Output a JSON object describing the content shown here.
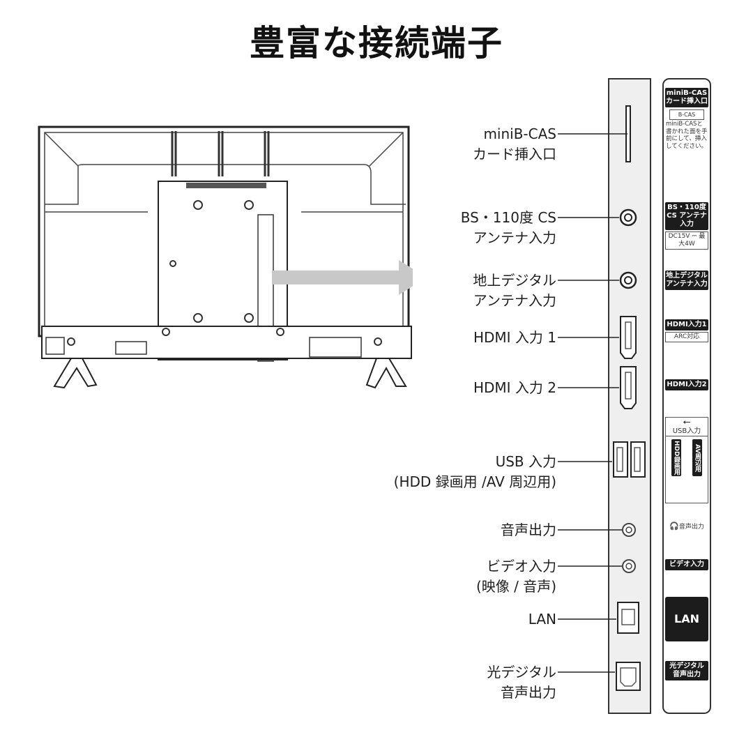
{
  "title": "豊富な接続端子",
  "ports": [
    {
      "id": "minibcas",
      "lines": [
        "miniB-CAS",
        "カード挿入口"
      ]
    },
    {
      "id": "bs",
      "lines": [
        "BS・110度 CS",
        "アンテナ入力"
      ]
    },
    {
      "id": "terrestrial",
      "lines": [
        "地上デジタル",
        "アンテナ入力"
      ]
    },
    {
      "id": "hdmi1",
      "lines": [
        "HDMI 入力 1"
      ]
    },
    {
      "id": "hdmi2",
      "lines": [
        "HDMI 入力 2"
      ]
    },
    {
      "id": "usb",
      "lines": [
        "USB 入力",
        "(HDD 録画用 /AV 周辺用)"
      ]
    },
    {
      "id": "audio_out",
      "lines": [
        "音声出力"
      ]
    },
    {
      "id": "video_in",
      "lines": [
        "ビデオ入力",
        "(映像 / 音声)"
      ]
    },
    {
      "id": "lan",
      "lines": [
        "LAN"
      ]
    },
    {
      "id": "optical",
      "lines": [
        "光デジタル",
        "音声出力"
      ]
    }
  ],
  "panel_labels": {
    "minibcas": {
      "chip": "miniB-CAS カード挿入口",
      "card": "B-CAS",
      "note": "miniB-CASと書かれた面を手前にして、挿入してください。"
    },
    "bs": {
      "chip": "BS・110度CS アンテナ入力",
      "note": "DC15V ⎓ 最大4W"
    },
    "terrestrial": {
      "chip": "地上デジタル アンテナ入力"
    },
    "hdmi1": {
      "chip": "HDMI入力1",
      "note": "ARC対応"
    },
    "hdmi2": {
      "chip": "HDMI入力2"
    },
    "usb": {
      "symbol": "⭠",
      "note": "USB入力",
      "left": "HDD録画用",
      "right": "AV周辺用"
    },
    "audio_out": {
      "note": "音声出力"
    },
    "video_in": {
      "chip": "ビデオ入力"
    },
    "lan": {
      "chip": "LAN"
    },
    "optical": {
      "chip": "光デジタル 音声出力"
    }
  },
  "colors": {
    "line": "#222222",
    "arrow": "#c8c8c8",
    "panel": "#efefef",
    "chip": "#1c1c1c"
  }
}
